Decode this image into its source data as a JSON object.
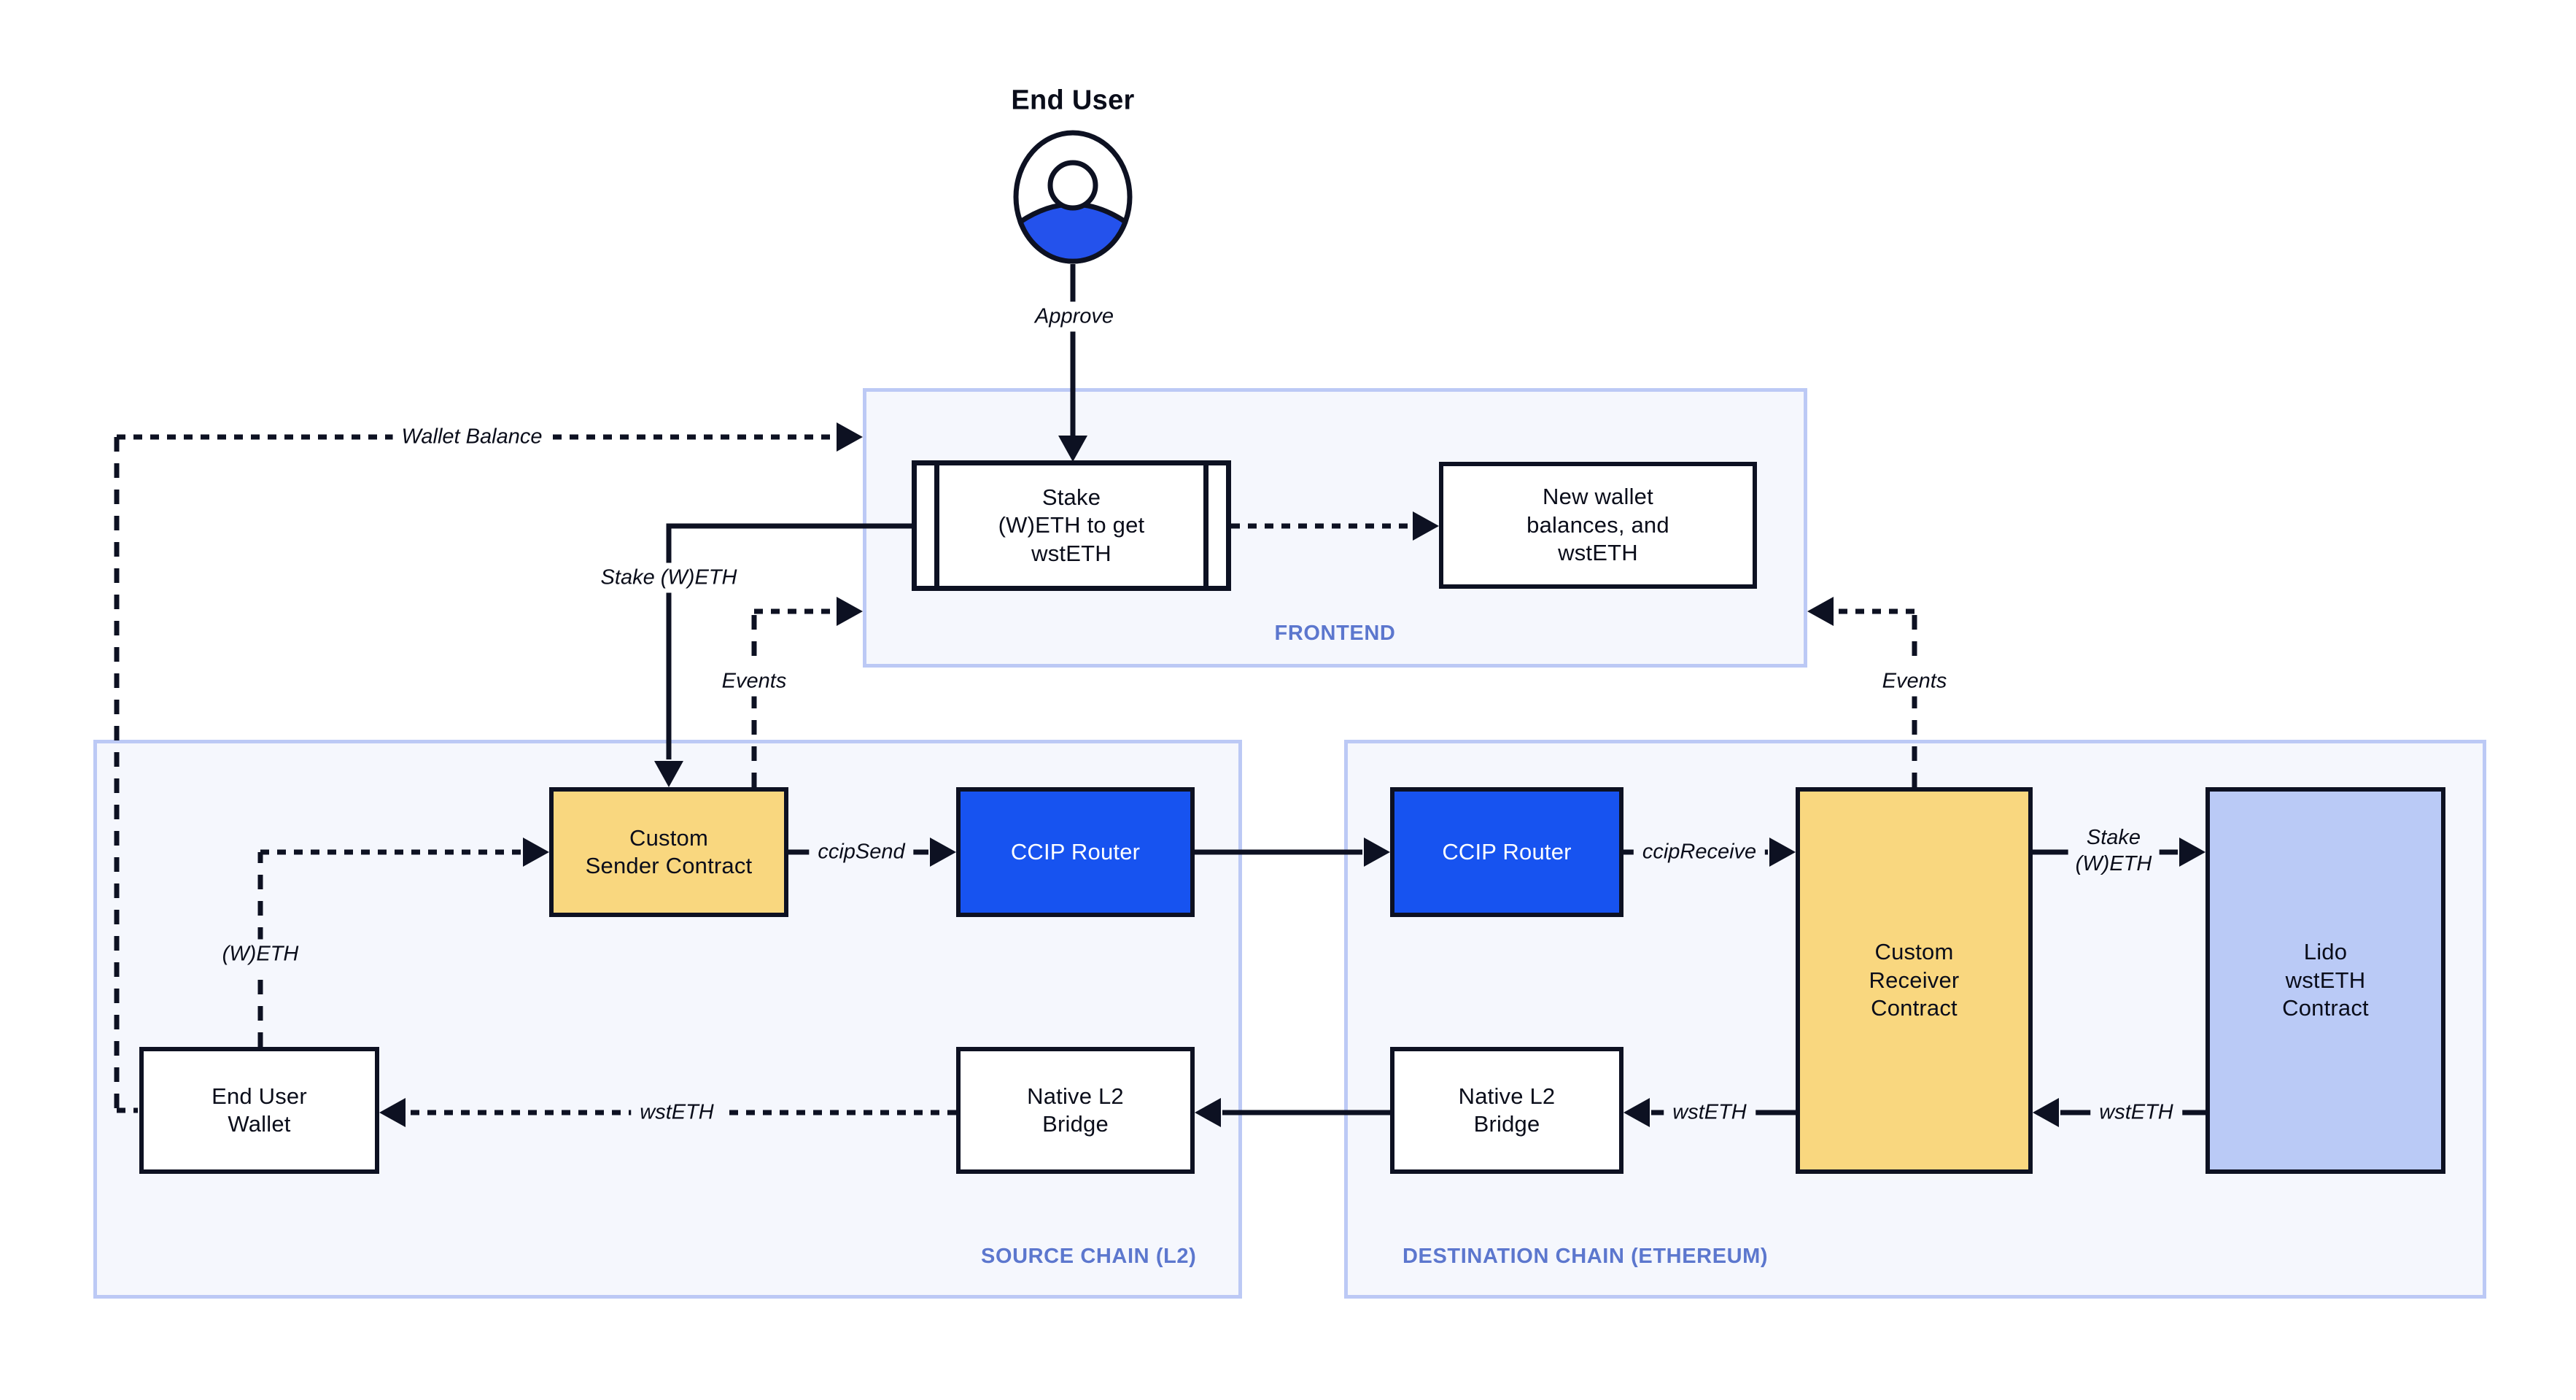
{
  "colors": {
    "line": "#0d1122",
    "accent_blue": "#1753f0",
    "avatar_blue": "#2452ec",
    "gold": "#f9d77f",
    "periwinkle": "#bacaf6",
    "container_fill": "#f5f7fd",
    "container_border": "#bcc9f5",
    "section_label": "#5c77ce",
    "text": "#0a0d1a",
    "node_fill": "#ffffff",
    "page_bg": "#ffffff"
  },
  "actor": {
    "label": "End User"
  },
  "sections": {
    "frontend": {
      "label": "FRONTEND"
    },
    "source": {
      "label": "SOURCE CHAIN (L2)"
    },
    "destination": {
      "label": "DESTINATION CHAIN (ETHEREUM)"
    }
  },
  "nodes": {
    "stake_action": {
      "label": "Stake\n(W)ETH to get\nwstETH"
    },
    "new_wallet": {
      "label": "New wallet\nbalances, and\nwstETH"
    },
    "custom_sender": {
      "label": "Custom\nSender Contract"
    },
    "ccip_router_source": {
      "label": "CCIP Router"
    },
    "ccip_router_dest": {
      "label": "CCIP Router"
    },
    "custom_receiver": {
      "label": "Custom\nReceiver\nContract"
    },
    "lido": {
      "label": "Lido\nwstETH\nContract"
    },
    "end_user_wallet": {
      "label": "End User\nWallet"
    },
    "bridge_source": {
      "label": "Native L2\nBridge"
    },
    "bridge_dest": {
      "label": "Native L2\nBridge"
    }
  },
  "edge_labels": {
    "approve": "Approve",
    "wallet_balance": "Wallet Balance",
    "stake_weth": "Stake (W)ETH",
    "events_left": "Events",
    "events_right": "Events",
    "ccip_send": "ccipSend",
    "ccip_receive": "ccipReceive",
    "stake_weth_right": "Stake\n(W)ETH",
    "weth": "(W)ETH",
    "wsteth_to_wallet": "wstETH",
    "wsteth_to_bridge": "wstETH",
    "wsteth_from_lido": "wstETH"
  }
}
